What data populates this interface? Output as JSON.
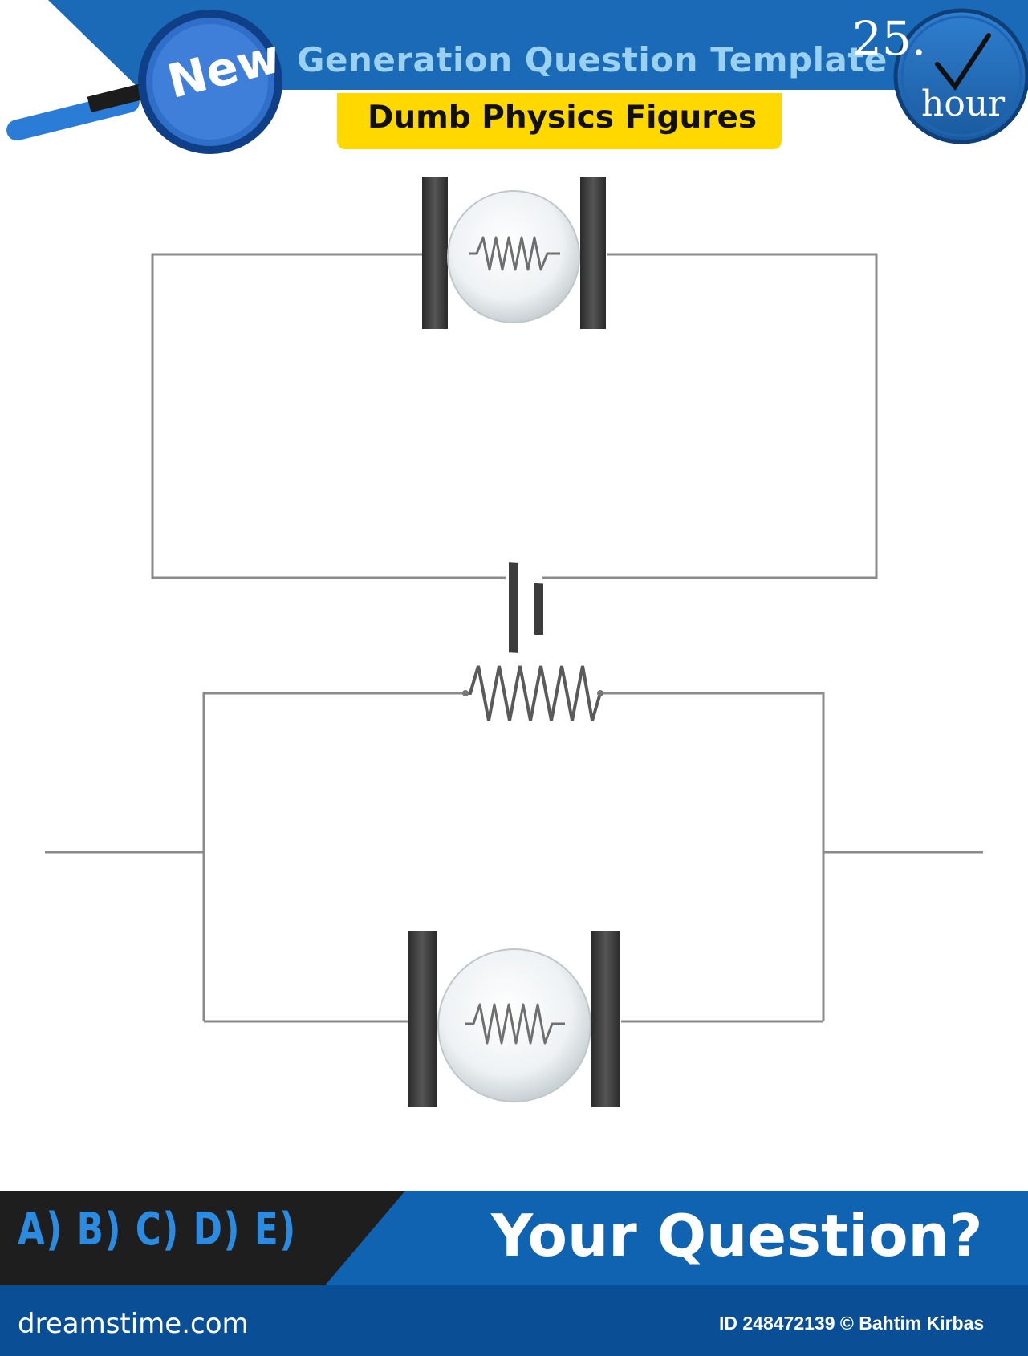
{
  "header": {
    "badge_label": "New",
    "title": "Generation Question Template",
    "subtitle": "Dumb Physics Figures",
    "clock_number": "25.",
    "clock_unit": "hour"
  },
  "footer": {
    "answer_options": "A) B) C) D) E)",
    "question_prompt": "Your Question?"
  },
  "watermark": {
    "site": "dreamstime.com",
    "credit": "ID 248472139 © Bahtim Kirbas"
  },
  "colors": {
    "header_blue": "#1a6ab8",
    "footer_blue": "#0f63b0",
    "badge_yellow": "#ffd800",
    "dark_band": "#1e1e1e",
    "wire_gray": "#8a8a8a",
    "plate_dark": "#3c3c3c"
  },
  "circuits": [
    {
      "id": "circuit-1",
      "components": [
        "lamp",
        "battery"
      ]
    },
    {
      "id": "circuit-2",
      "components": [
        "resistor",
        "lamp"
      ]
    }
  ]
}
